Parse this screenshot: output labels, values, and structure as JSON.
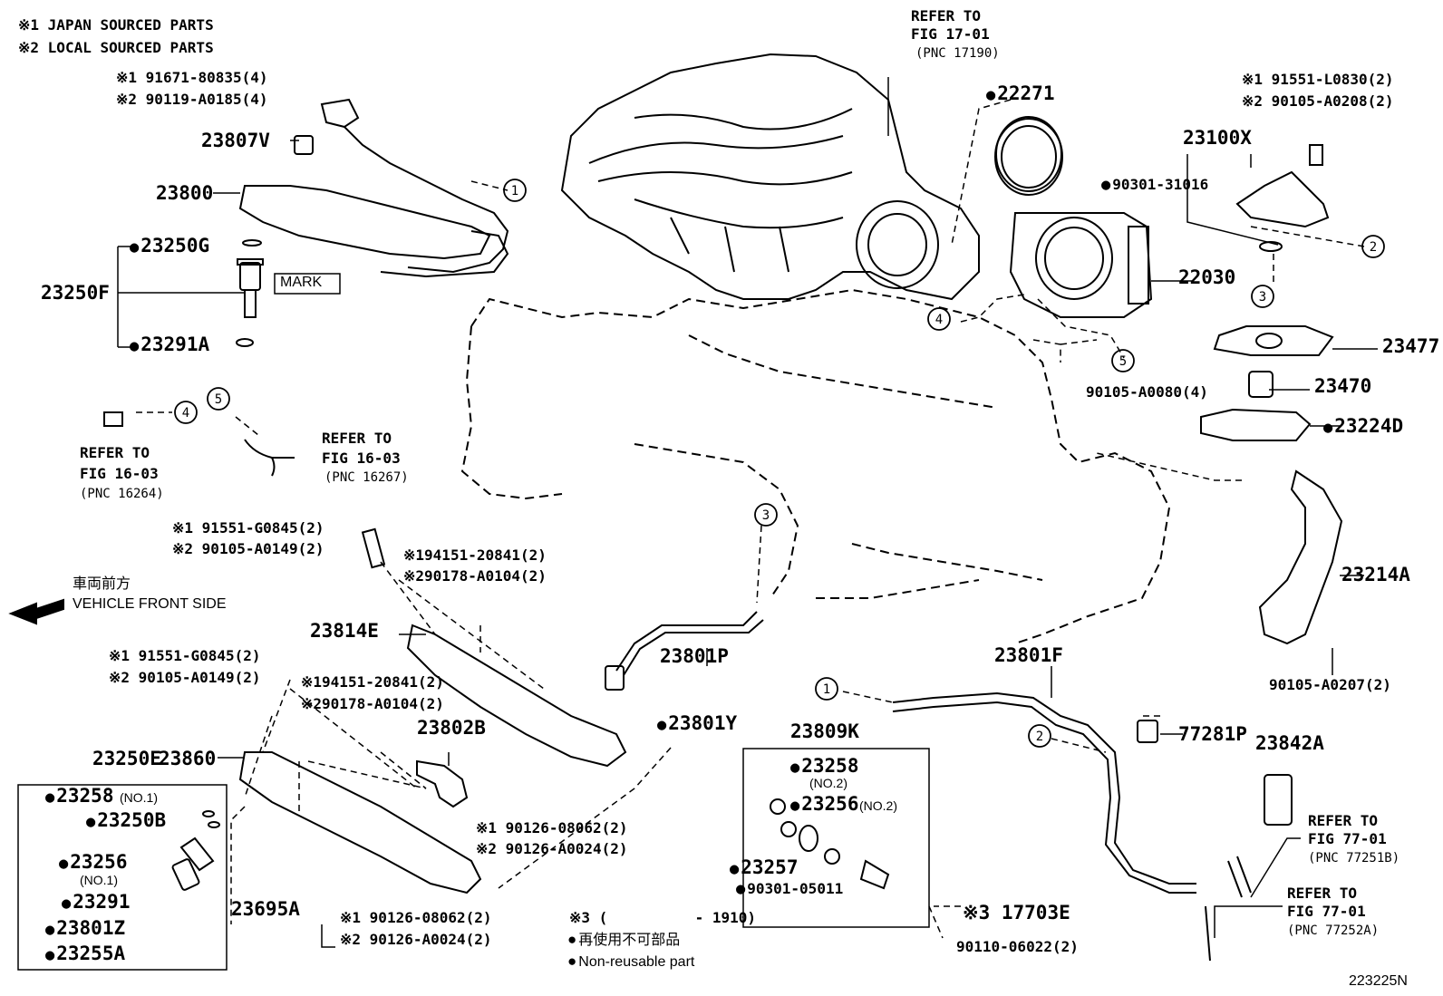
{
  "notes": {
    "japan_sourced": "※1 JAPAN SOURCED PARTS",
    "local_sourced": "※2 LOCAL SOURCED PARTS"
  },
  "direction": {
    "jp": "車両前方",
    "en": "VEHICLE FRONT SIDE"
  },
  "refs": {
    "fig17_a": "REFER TO",
    "fig17_b": "FIG 17-01",
    "fig17_c": "(PNC 17190)",
    "fig16a_a": "REFER TO",
    "fig16a_b": "FIG 16-03",
    "fig16a_c": "(PNC 16264)",
    "fig16b_a": "REFER TO",
    "fig16b_b": "FIG 16-03",
    "fig16b_c": "(PNC 16267)",
    "fig77a_a": "REFER TO",
    "fig77a_b": "FIG 77-01",
    "fig77a_c": "(PNC 77251B)",
    "fig77b_a": "REFER TO",
    "fig77b_b": "FIG 77-01",
    "fig77b_c": "(PNC 77252A)"
  },
  "parts": {
    "p91671": "※1 91671-80835(4)",
    "p90119": "※2 90119-A0185(4)",
    "p23807V": "23807V",
    "p23800": "23800",
    "p23250G": "23250G",
    "p23250F": "23250F",
    "mark": "MARK",
    "p23291A": "23291A",
    "p22271": "22271",
    "p91551_L": "※1 91551-L0830(2)",
    "p90105_A0208": "※2 90105-A0208(2)",
    "p23100X": "23100X",
    "p90301_31016": "90301-31016",
    "p22030": "22030",
    "p23477": "23477",
    "p23470": "23470",
    "p90105_A0080": "90105-A0080(4)",
    "p23224D": "23224D",
    "p23214A": "23214A",
    "p90105_A0207": "90105-A0207(2)",
    "p91551_G1": "※1 91551-G0845(2)",
    "p90105_A0149_1": "※2 90105-A0149(2)",
    "p94151_1": "※194151-20841(2)",
    "p90178_1": "※290178-A0104(2)",
    "p23814E": "23814E",
    "p23801P": "23801P",
    "p23801F": "23801F",
    "p91551_G2": "※1 91551-G0845(2)",
    "p90105_A0149_2": "※2 90105-A0149(2)",
    "p94151_2": "※194151-20841(2)",
    "p90178_2": "※290178-A0104(2)",
    "p23802B": "23802B",
    "p23801Y": "23801Y",
    "p23809K": "23809K",
    "p77281P": "77281P",
    "p23842A": "23842A",
    "p23250E": "23250E",
    "p23860": "23860",
    "p23258_no1": "23258",
    "no1_a": "(NO.1)",
    "p23250B": "23250B",
    "p23256_no1": "23256",
    "no1_b": "(NO.1)",
    "p23291": "23291",
    "p23801Z": "23801Z",
    "p23255A": "23255A",
    "p23695A": "23695A",
    "p90126_08062_1": "※1 90126-08062(2)",
    "p90126_A0024_1": "※2 90126-A0024(2)",
    "p90126_08062_2": "※1 90126-08062(2)",
    "p90126_A0024_2": "※2 90126-A0024(2)",
    "p23258_no2": "23258",
    "no2_a": "(NO.2)",
    "p23256_no2": "23256",
    "no2_b": "(NO.2)",
    "p23257": "23257",
    "p90301_05011": "90301-05011",
    "p17703E": "※3 17703E",
    "p90110": "90110-06022(2)"
  },
  "legend": {
    "note3": "※3 (          - 1910)",
    "nonreusable_jp": "再使用不可部品",
    "nonreusable_en": "Non-reusable part"
  },
  "callouts": [
    "1",
    "2",
    "3",
    "4",
    "5"
  ],
  "figure_id": "223225N"
}
